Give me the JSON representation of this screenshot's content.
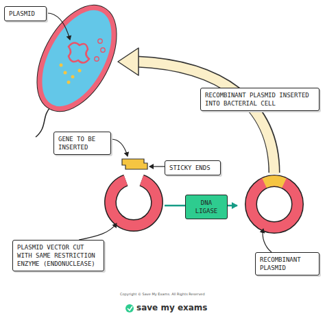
{
  "diagram": {
    "nodes": [
      {
        "text": [
          "PLASMID"
        ]
      },
      {
        "text": [
          "RECOMBINANT PLASMID INSERTED INTO BACTERIAL CELL"
        ]
      },
      {
        "text": [
          "GENE TO BE INSERTED"
        ]
      },
      {
        "text": [
          "STICKY ENDS"
        ]
      },
      {
        "text": [
          "DNA LIGASE"
        ]
      },
      {
        "text": [
          "PLASMID VECTOR CUT WITH SAME RESTRICTION ENZYME (ENDONUCLEASE)"
        ]
      },
      {
        "text": [
          "RECOMBINANT PLASMID"
        ]
      }
    ],
    "labels": [
      "Copyright © Save My Exams. All Rights Reserved",
      "save my exams"
    ]
  }
}
